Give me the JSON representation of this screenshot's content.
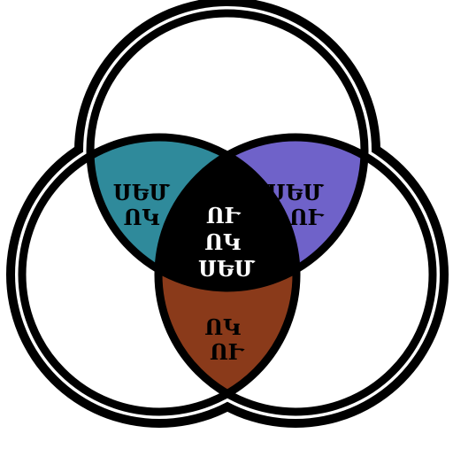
{
  "regions": {
    "left_top": {
      "color": "#2f8a9b",
      "lines": [
        "ՍԵՄ",
        "ՈԿ"
      ]
    },
    "right_top": {
      "color": "#6f62c9",
      "lines": [
        "ՍԵՄ",
        "ՈՒ"
      ]
    },
    "center": {
      "color": "#000000",
      "lines": [
        "ՈՒ",
        "ՈԿ",
        "ՍԵՄ"
      ]
    },
    "bottom": {
      "color": "#8a3a1a",
      "lines": [
        "ՈԿ",
        "ՈՒ"
      ]
    }
  }
}
